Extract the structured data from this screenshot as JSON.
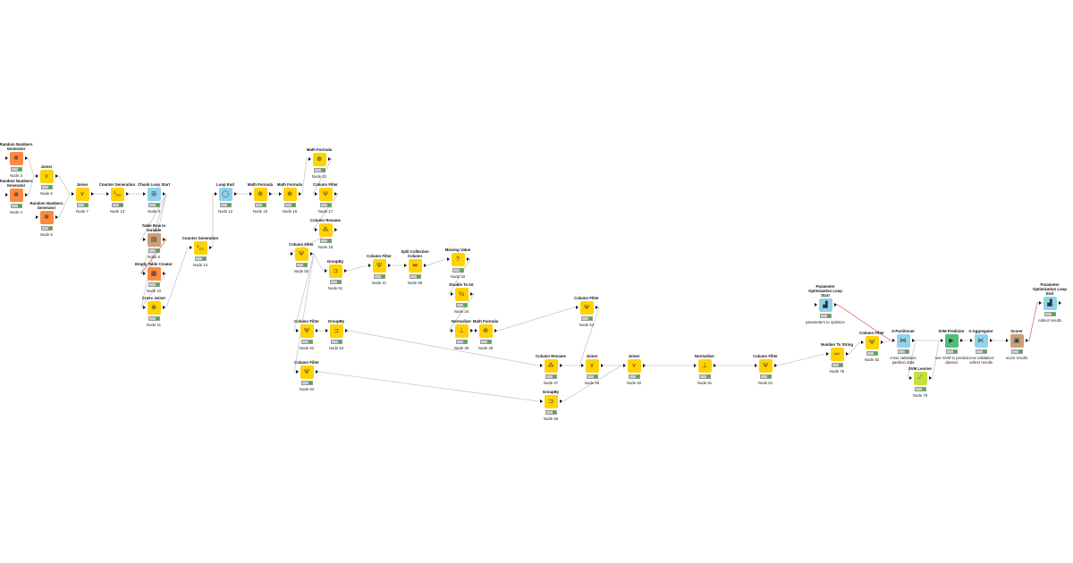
{
  "colors": {
    "manipulator": "#ffd200",
    "source": "#ff8a3d",
    "loop": "#8fd3ea",
    "other": "#c9a07a",
    "learner": "#c7e03c",
    "predictor": "#4dbf7a",
    "edge": "#c8c8c8",
    "variable_edge": "#f36b6b"
  },
  "nodes": {
    "n3": {
      "title": "Random Numbers Generator",
      "label": "Node 3",
      "kind": "source",
      "icon": "dice-icon",
      "glyph": "✻"
    },
    "n4": {
      "title": "Random Numbers Generator",
      "label": "Node 4",
      "kind": "source",
      "icon": "dice-icon",
      "glyph": "✻"
    },
    "n5": {
      "title": "Random Numbers Generator",
      "label": "Node 5",
      "kind": "source",
      "icon": "dice-icon",
      "glyph": "✻"
    },
    "n6": {
      "title": "Joiner",
      "label": "Node 6",
      "kind": "manipulator",
      "icon": "joiner-icon",
      "glyph": "⋎"
    },
    "n7": {
      "title": "Joiner",
      "label": "Node 7",
      "kind": "manipulator",
      "icon": "joiner-icon",
      "glyph": "⋎"
    },
    "n13": {
      "title": "Counter Generation",
      "label": "Node 13",
      "kind": "manipulator",
      "icon": "counter-icon",
      "glyph": "¹₂₃"
    },
    "n8": {
      "title": "Chunk Loop Start",
      "label": "Node 8",
      "kind": "loop",
      "icon": "loop-start-icon",
      "glyph": "⊞"
    },
    "n9": {
      "title": "Table Row to Variable",
      "label": "Node 9",
      "kind": "other",
      "icon": "table-variable-icon",
      "glyph": "▤"
    },
    "n10": {
      "title": "Empty Table Creator",
      "label": "Node 10",
      "kind": "source",
      "icon": "table-icon",
      "glyph": "▦"
    },
    "n11": {
      "title": "Cross Joiner",
      "label": "Node 11",
      "kind": "manipulator",
      "icon": "cross-joiner-icon",
      "glyph": "⊗"
    },
    "n14": {
      "title": "Counter Generation",
      "label": "Node 14",
      "kind": "manipulator",
      "icon": "counter-icon",
      "glyph": "¹₂₃"
    },
    "n12": {
      "title": "Loop End",
      "label": "Node 12",
      "kind": "loop",
      "icon": "loop-end-icon",
      "glyph": "◯"
    },
    "n15": {
      "title": "Math Formula",
      "label": "Node 15",
      "kind": "manipulator",
      "icon": "math-icon",
      "glyph": "⊕"
    },
    "n16": {
      "title": "Math Formula",
      "label": "Node 16",
      "kind": "manipulator",
      "icon": "math-icon",
      "glyph": "⊕"
    },
    "n22": {
      "title": "Math Formula",
      "label": "Node 22",
      "kind": "manipulator",
      "icon": "math-icon",
      "glyph": "⊕"
    },
    "n17": {
      "title": "Column Filter",
      "label": "Node 17",
      "kind": "manipulator",
      "icon": "filter-icon",
      "glyph": "Ψ"
    },
    "n18": {
      "title": "Column Rename",
      "label": "Node 18",
      "kind": "manipulator",
      "icon": "rename-icon",
      "glyph": "⁂"
    },
    "n50": {
      "title": "Column Filter",
      "label": "Node 50",
      "kind": "manipulator",
      "icon": "filter-icon",
      "glyph": "Ψ"
    },
    "n51": {
      "title": "GroupBy",
      "label": "Node 51",
      "kind": "manipulator",
      "icon": "groupby-icon",
      "glyph": "⊐"
    },
    "n21": {
      "title": "Column Filter",
      "label": "Node 21",
      "kind": "manipulator",
      "icon": "filter-icon",
      "glyph": "Ψ"
    },
    "n56": {
      "title": "Split Collection Column",
      "label": "Node 56",
      "kind": "manipulator",
      "icon": "split-icon",
      "glyph": "⇹"
    },
    "n20": {
      "title": "Missing Value",
      "label": "Node 20",
      "kind": "manipulator",
      "icon": "question-icon",
      "glyph": "?"
    },
    "n34": {
      "title": "Double To Int",
      "label": "Node 34",
      "kind": "manipulator",
      "icon": "convert-icon",
      "glyph": "½"
    },
    "n45": {
      "title": "Normalizer",
      "label": "Node 45",
      "kind": "manipulator",
      "icon": "normalizer-icon",
      "glyph": "⊥"
    },
    "n46": {
      "title": "Math Formula",
      "label": "Node 46",
      "kind": "manipulator",
      "icon": "math-icon",
      "glyph": "⊕"
    },
    "n64": {
      "title": "Column Filter",
      "label": "Node 64",
      "kind": "manipulator",
      "icon": "filter-icon",
      "glyph": "Ψ"
    },
    "n52": {
      "title": "Column Filter",
      "label": "Node 52",
      "kind": "manipulator",
      "icon": "filter-icon",
      "glyph": "Ψ"
    },
    "n53": {
      "title": "GroupBy",
      "label": "Node 53",
      "kind": "manipulator",
      "icon": "groupby-icon",
      "glyph": "⊐"
    },
    "n54": {
      "title": "Column Filter",
      "label": "Node 54",
      "kind": "manipulator",
      "icon": "filter-icon",
      "glyph": "Ψ"
    },
    "n47": {
      "title": "Column Rename",
      "label": "Node 47",
      "kind": "manipulator",
      "icon": "rename-icon",
      "glyph": "⁂"
    },
    "n55": {
      "title": "GroupBy",
      "label": "Node 55",
      "kind": "manipulator",
      "icon": "groupby-icon",
      "glyph": "⊐"
    },
    "n59": {
      "title": "Joiner",
      "label": "Node 59",
      "kind": "manipulator",
      "icon": "joiner-icon",
      "glyph": "⋎"
    },
    "n60": {
      "title": "Joiner",
      "label": "Node 60",
      "kind": "manipulator",
      "icon": "joiner-icon",
      "glyph": "⋎"
    },
    "n81": {
      "title": "Normalizer",
      "label": "Node 81",
      "kind": "manipulator",
      "icon": "normalizer-icon",
      "glyph": "⊥"
    },
    "n61": {
      "title": "Column Filter",
      "label": "Node 61",
      "kind": "manipulator",
      "icon": "filter-icon",
      "glyph": "Ψ"
    },
    "n75": {
      "title": "Number To String",
      "label": "Node 75",
      "kind": "manipulator",
      "icon": "convert-icon",
      "glyph": "⇨"
    },
    "n82": {
      "title": "Column Filter",
      "label": "Node 82",
      "kind": "manipulator",
      "icon": "filter-icon",
      "glyph": "Ψ"
    },
    "pstart": {
      "title": "Parameter Optimization Loop Start",
      "label": "parameters to optimize",
      "kind": "loop",
      "icon": "chart-icon",
      "glyph": "▟"
    },
    "xpart": {
      "title": "X-Partitioner",
      "label": "cross validation partition data",
      "kind": "loop",
      "icon": "partition-icon",
      "glyph": "⋈"
    },
    "n79": {
      "title": "SVM Learner",
      "label": "Node 79",
      "kind": "learner",
      "icon": "svm-learner-icon",
      "glyph": "⟋"
    },
    "svmp": {
      "title": "SVM Predictor",
      "label": "use SVM to predict classes",
      "kind": "predictor",
      "icon": "predictor-icon",
      "glyph": "▶"
    },
    "xagg": {
      "title": "X-Aggregator",
      "label": "cross validation: collect results",
      "kind": "loop",
      "icon": "aggregator-icon",
      "glyph": "⋉"
    },
    "scorer": {
      "title": "Scorer",
      "label": "score results",
      "kind": "other",
      "icon": "scorer-icon",
      "glyph": "▣"
    },
    "pend": {
      "title": "Parameter Optimization Loop End",
      "label": "collect results",
      "kind": "loop",
      "icon": "chart-icon",
      "glyph": "▟"
    }
  },
  "edges": [
    [
      "n3",
      "n6"
    ],
    [
      "n4",
      "n6"
    ],
    [
      "n6",
      "n7"
    ],
    [
      "n5",
      "n7"
    ],
    [
      "n7",
      "n13"
    ],
    [
      "n13",
      "n8"
    ],
    [
      "n8",
      "n9"
    ],
    [
      "n8",
      "n10"
    ],
    [
      "n8",
      "n11"
    ],
    [
      "n10",
      "n11"
    ],
    [
      "n11",
      "n14"
    ],
    [
      "n14",
      "n12"
    ],
    [
      "n12",
      "n15"
    ],
    [
      "n15",
      "n16"
    ],
    [
      "n16",
      "n22"
    ],
    [
      "n22",
      "n17"
    ],
    [
      "n17",
      "n18"
    ],
    [
      "n18",
      "n50"
    ],
    [
      "n50",
      "n51"
    ],
    [
      "n50",
      "n52"
    ],
    [
      "n50",
      "n54"
    ],
    [
      "n51",
      "n21"
    ],
    [
      "n21",
      "n56"
    ],
    [
      "n56",
      "n20"
    ],
    [
      "n20",
      "n34"
    ],
    [
      "n34",
      "n45"
    ],
    [
      "n45",
      "n46"
    ],
    [
      "n46",
      "n64"
    ],
    [
      "n52",
      "n53"
    ],
    [
      "n53",
      "n47"
    ],
    [
      "n54",
      "n55"
    ],
    [
      "n47",
      "n59"
    ],
    [
      "n64",
      "n59"
    ],
    [
      "n59",
      "n60"
    ],
    [
      "n55",
      "n60"
    ],
    [
      "n60",
      "n81"
    ],
    [
      "n81",
      "n61"
    ],
    [
      "n61",
      "n75"
    ],
    [
      "n75",
      "n82"
    ],
    [
      "n82",
      "xpart"
    ],
    [
      "xpart",
      "n79"
    ],
    [
      "xpart",
      "svmp"
    ],
    [
      "n79",
      "svmp"
    ],
    [
      "svmp",
      "xagg"
    ],
    [
      "xagg",
      "scorer"
    ]
  ],
  "variable_edges": [
    [
      "n9",
      "n10"
    ],
    [
      "pstart",
      "xpart"
    ],
    [
      "scorer",
      "pend"
    ]
  ]
}
